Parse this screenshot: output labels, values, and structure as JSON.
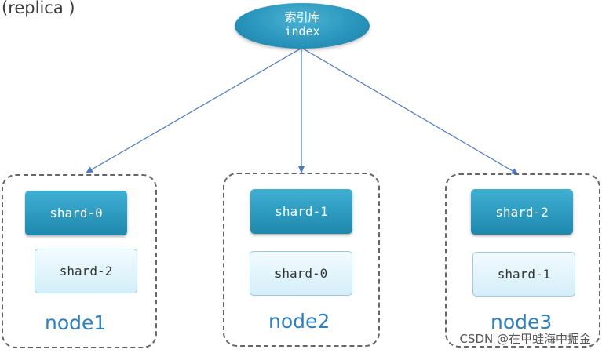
{
  "top_label": "(replica )",
  "index": {
    "line1": "索引库",
    "line2": "index"
  },
  "nodes": [
    {
      "label": "node1",
      "primary": "shard-0",
      "replica": "shard-2"
    },
    {
      "label": "node2",
      "primary": "shard-1",
      "replica": "shard-0"
    },
    {
      "label": "node3",
      "primary": "shard-2",
      "replica": "shard-1"
    }
  ],
  "watermark": "CSDN @在甲蛙海中掘金",
  "colors": {
    "primary_shard": "#2a96bd",
    "replica_shard": "#dff3fb",
    "node_label": "#2d7fc0",
    "border": "#666666"
  }
}
